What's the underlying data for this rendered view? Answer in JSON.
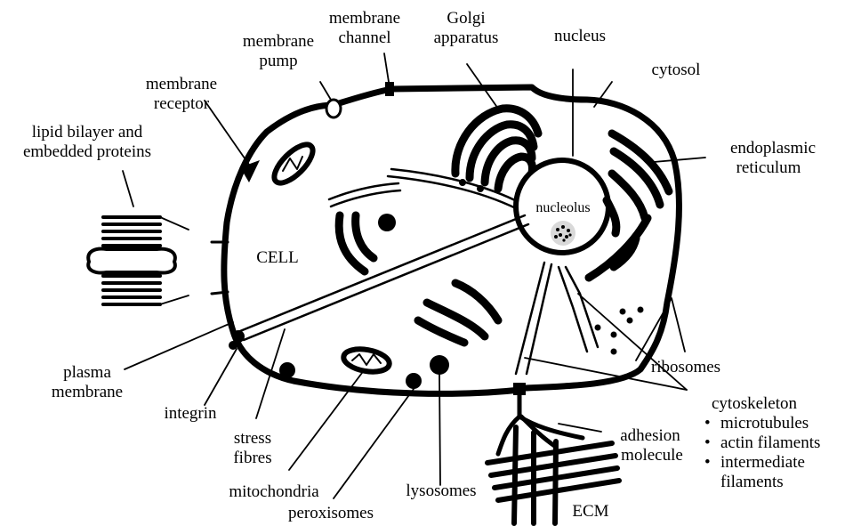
{
  "labels": {
    "membrane_channel": [
      "membrane",
      "channel"
    ],
    "golgi": [
      "Golgi",
      "apparatus"
    ],
    "membrane_pump": [
      "membrane",
      "pump"
    ],
    "nucleus": "nucleus",
    "cytosol": "cytosol",
    "membrane_receptor": [
      "membrane",
      "receptor"
    ],
    "lipid_bilayer": [
      "lipid bilayer and",
      "embedded proteins"
    ],
    "er": [
      "endoplasmic",
      "reticulum"
    ],
    "nucleolus": "nucleolus",
    "cell": "CELL",
    "plasma_membrane": [
      "plasma",
      "membrane"
    ],
    "integrin": "integrin",
    "stress_fibres": [
      "stress",
      "fibres"
    ],
    "mitochondria": "mitochondria",
    "peroxisomes": "peroxisomes",
    "lysosomes": "lysosomes",
    "ribosomes": "ribosomes",
    "cytoskeleton": "cytoskeleton",
    "cytoskeleton_items": [
      "microtubules",
      "actin filaments",
      "intermediate",
      "filaments"
    ],
    "adhesion_molecule": [
      "adhesion",
      "molecule"
    ],
    "ecm": "ECM"
  },
  "colors": {
    "ink": "#000000",
    "nucleolus_fill": "#d9d9d9",
    "background": "#ffffff"
  }
}
